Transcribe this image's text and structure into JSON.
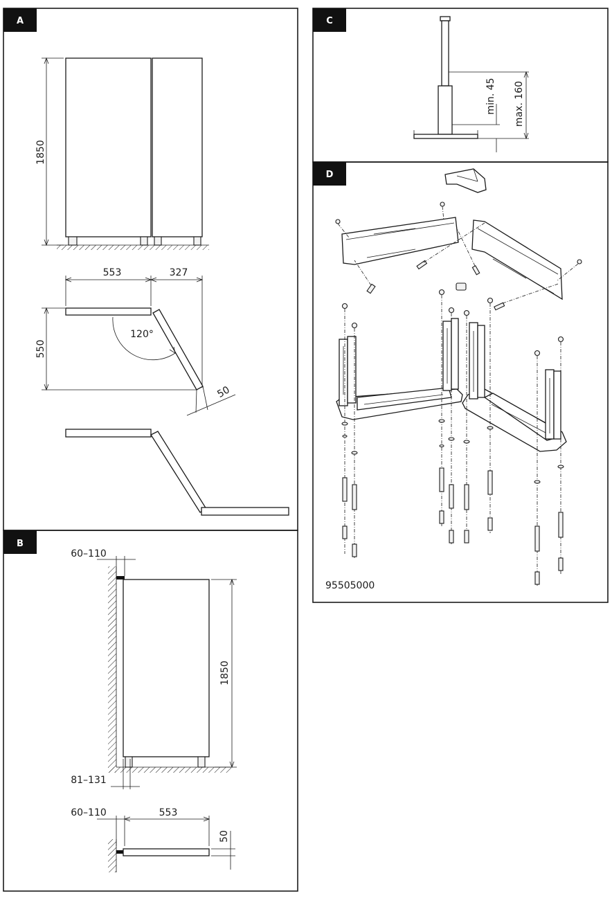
{
  "panels": {
    "a": {
      "tab": "A"
    },
    "b": {
      "tab": "B"
    },
    "c": {
      "tab": "C"
    },
    "d": {
      "tab": "D"
    }
  },
  "panel_a": {
    "height": "1850",
    "width_left": "553",
    "width_right": "327",
    "depth": "550",
    "angle": "120°",
    "door_thickness": "50"
  },
  "panel_b": {
    "wall_gap_top": "60–110",
    "height": "1850",
    "wall_gap_bottom": "81–131",
    "wall_gap_plan": "60–110",
    "width": "553",
    "thickness": "50"
  },
  "panel_c": {
    "min": "min. 45",
    "max": "max. 160"
  },
  "panel_d": {
    "code": "95505000"
  }
}
